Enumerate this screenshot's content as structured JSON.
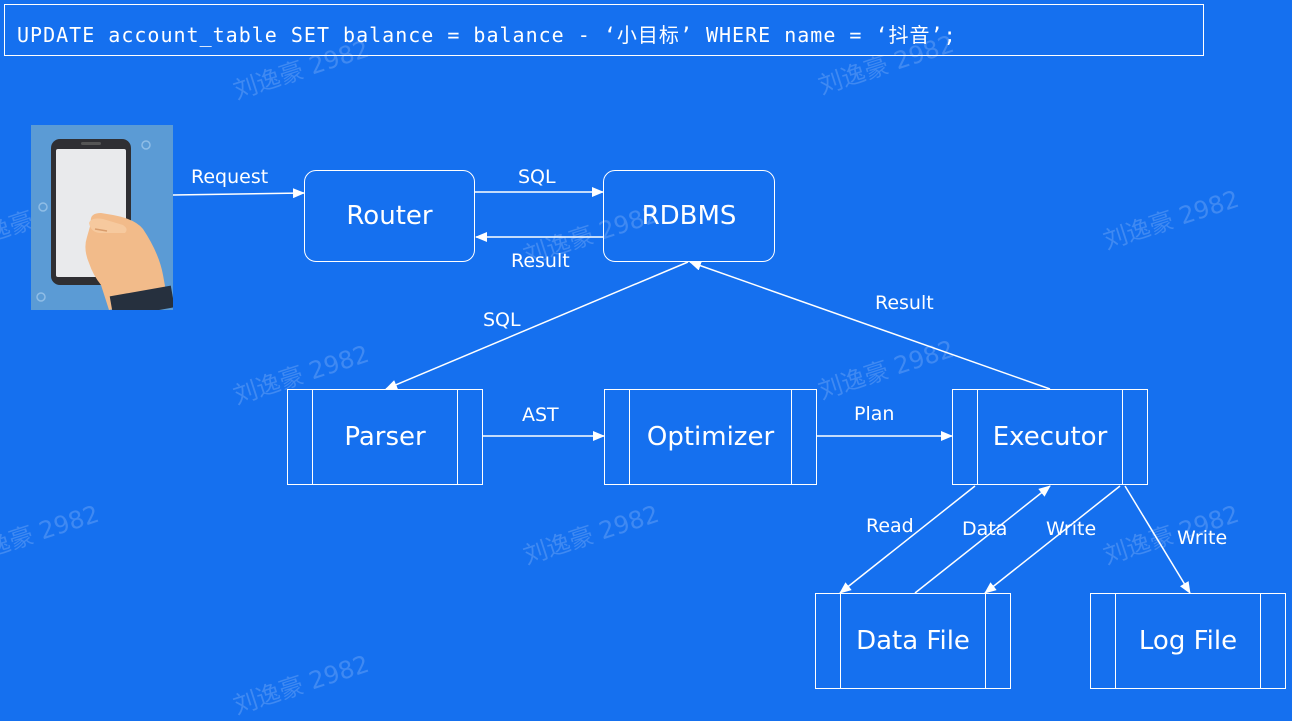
{
  "sql_statement": "UPDATE account_table SET balance = balance - ‘小目标’ WHERE name = ‘抖音’;",
  "nodes": {
    "router": "Router",
    "rdbms": "RDBMS",
    "parser": "Parser",
    "optimizer": "Optimizer",
    "executor": "Executor",
    "data_file": "Data File",
    "log_file": "Log File"
  },
  "edges": {
    "request": "Request",
    "router_rdbms": "SQL",
    "rdbms_router": "Result",
    "rdbms_parser": "SQL",
    "executor_rdbms": "Result",
    "parser_optimizer": "AST",
    "optimizer_executor": "Plan",
    "read": "Read",
    "data": "Data",
    "write_data": "Write",
    "write_log": "Write"
  },
  "icon": "phone-in-hand-icon",
  "watermark": "刘逸豪 2982",
  "colors": {
    "background": "#1570ef",
    "stroke": "#ffffff"
  }
}
